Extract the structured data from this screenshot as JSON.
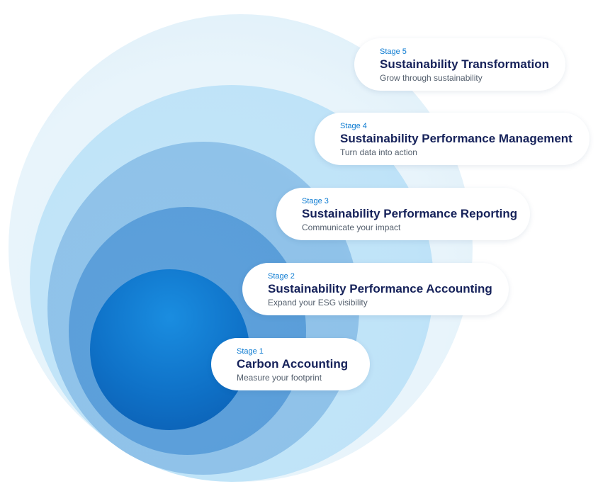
{
  "stages": [
    {
      "stage": "Stage 1",
      "title": "Carbon Accounting",
      "subtitle": "Measure your footprint"
    },
    {
      "stage": "Stage 2",
      "title": "Sustainability Performance Accounting",
      "subtitle": "Expand your ESG visibility"
    },
    {
      "stage": "Stage 3",
      "title": "Sustainability Performance Reporting",
      "subtitle": "Communicate your impact"
    },
    {
      "stage": "Stage 4",
      "title": "Sustainability Performance Management",
      "subtitle": "Turn data into action"
    },
    {
      "stage": "Stage 5",
      "title": "Sustainability Transformation",
      "subtitle": "Grow through sustainability"
    }
  ],
  "colors": {
    "stage_label": "#0b7ad1",
    "title": "#16225a",
    "subtitle": "#55606e",
    "circle_1": "#0f72c8",
    "circle_2": "#5a9ed9",
    "circle_3": "#8fc2e9",
    "circle_4": "#bfe3f8",
    "circle_5": "#e8f4fb"
  }
}
